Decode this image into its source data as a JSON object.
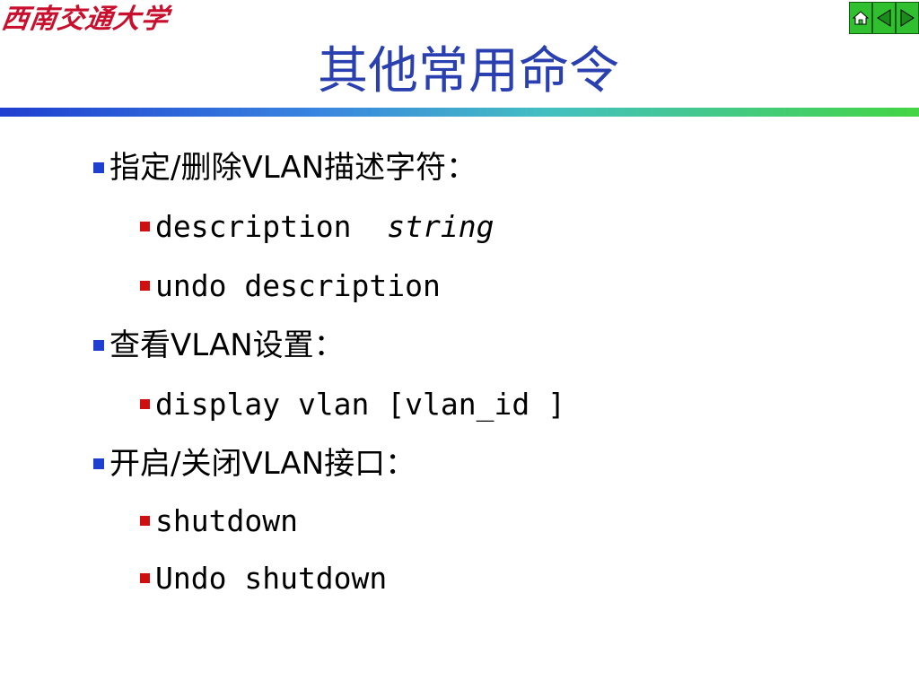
{
  "logo": {
    "text": "西南交通大学"
  },
  "nav": {
    "buttons": [
      "home",
      "previous",
      "next"
    ]
  },
  "slide": {
    "title": "其他常用命令",
    "items": [
      {
        "text": "指定/删除VLAN描述字符：",
        "subitems": [
          {
            "command": "description",
            "argument": "string"
          },
          {
            "command": "undo description"
          }
        ]
      },
      {
        "text": "查看VLAN设置：",
        "subitems": [
          {
            "command": "display vlan [vlan_id ]"
          }
        ]
      },
      {
        "text": "开启/关闭VLAN接口：",
        "subitems": [
          {
            "command": "shutdown"
          },
          {
            "command": "Undo shutdown"
          }
        ]
      }
    ]
  },
  "colors": {
    "title": "#2a3fb0",
    "bullet_level1": "#1f3fd0",
    "bullet_level2": "#d01010",
    "nav": "#2fbf2f",
    "logo": "#c8102e"
  }
}
